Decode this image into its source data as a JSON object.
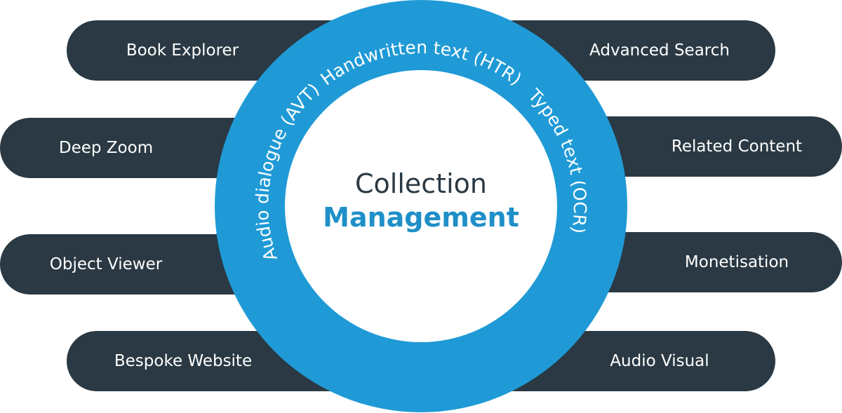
{
  "center": {
    "line1": "Collection",
    "line2": "Management"
  },
  "ring": {
    "top_label": "Handwritten text (HTR)",
    "right_label": "Typed text (OCR)",
    "left_label": "Audio dialogue (AVT)"
  },
  "left_items": [
    {
      "label": "Book Explorer"
    },
    {
      "label": "Deep Zoom"
    },
    {
      "label": "Object Viewer"
    },
    {
      "label": "Bespoke Website"
    }
  ],
  "right_items": [
    {
      "label": "Advanced Search"
    },
    {
      "label": "Related Content"
    },
    {
      "label": "Monetisation"
    },
    {
      "label": "Audio Visual"
    }
  ],
  "colors": {
    "pill": "#2a3943",
    "ring": "#1f9ad6",
    "accent_text": "#1f8fc8",
    "dark_text": "#2a3943"
  }
}
